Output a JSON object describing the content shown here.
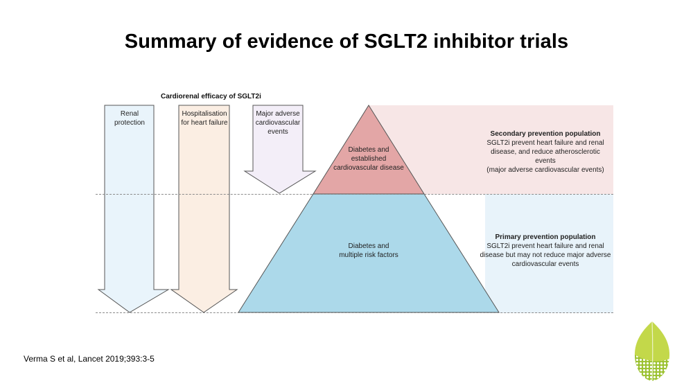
{
  "title": "Summary of evidence of SGLT2 inhibitor trials",
  "diagram": {
    "heading": "Cardiorenal efficacy of SGLT2i",
    "arrows": [
      {
        "label_lines": [
          "Renal",
          "protection"
        ],
        "fill": "#e9f4fb"
      },
      {
        "label_lines": [
          "Hospitalisation",
          "for heart failure"
        ],
        "fill": "#fbeee3"
      },
      {
        "label_lines": [
          "Major adverse",
          "cardiovascular",
          "events"
        ],
        "fill": "#f3eef8"
      }
    ],
    "pyramid": {
      "top_label_lines": [
        "Diabetes and",
        "established",
        "cardiovascular disease"
      ],
      "bottom_label_lines": [
        "Diabetes and",
        "multiple risk factors"
      ],
      "top_color": "#e3a6a6",
      "bottom_color": "#acd9ea"
    },
    "secondary": {
      "title": "Secondary prevention population",
      "lines": [
        "SGLT2i prevent heart failure and renal",
        "disease, and reduce atherosclerotic events",
        "(major adverse cardiovascular events)"
      ]
    },
    "primary": {
      "title": "Primary prevention population",
      "lines": [
        "SGLT2i prevent heart failure and renal",
        "disease but may not reduce major adverse",
        "cardiovascular events"
      ]
    }
  },
  "citation": "Verma S et al, Lancet 2019;393:3-5",
  "colors": {
    "leaf_light": "#c3d84a",
    "leaf_dark": "#8fb52b",
    "outline": "#555555"
  }
}
